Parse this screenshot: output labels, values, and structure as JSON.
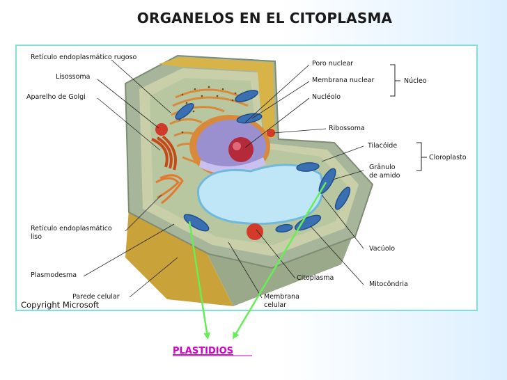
{
  "title": "ORGANELOS EN EL CITOPLASMA",
  "copyright": "Copyright Microsoft",
  "bottom_label": "PLASTIDIOS",
  "labels": {
    "reticulo_rugoso": "Retículo endoplasmático rugoso",
    "lisossoma": "Lisossoma",
    "golgi": "Aparelho de Golgi",
    "reticulo_liso_1": "Retículo endoplasmático",
    "reticulo_liso_2": "liso",
    "plasmodesma": "Plasmodesma",
    "parede": "Parede celular",
    "poro": "Poro nuclear",
    "membrana_nuclear": "Membrana nuclear",
    "nucleo": "Núcleo",
    "nucleolo": "Nucléolo",
    "ribossoma": "Ribossoma",
    "tilacoide": "Tilacóide",
    "cloroplasto": "Cloroplasto",
    "granulo_1": "Grânulo",
    "granulo_2": "de amido",
    "vacuolo": "Vacúolo",
    "citoplasma": "Citoplasma",
    "mitocondria": "Mitocôndria",
    "membrana_celular_1": "Membrana",
    "membrana_celular_2": "celular"
  },
  "colors": {
    "frame_border": "#7fe0d8",
    "plastidios": "#d200c8",
    "arrow": "#66ee55"
  }
}
